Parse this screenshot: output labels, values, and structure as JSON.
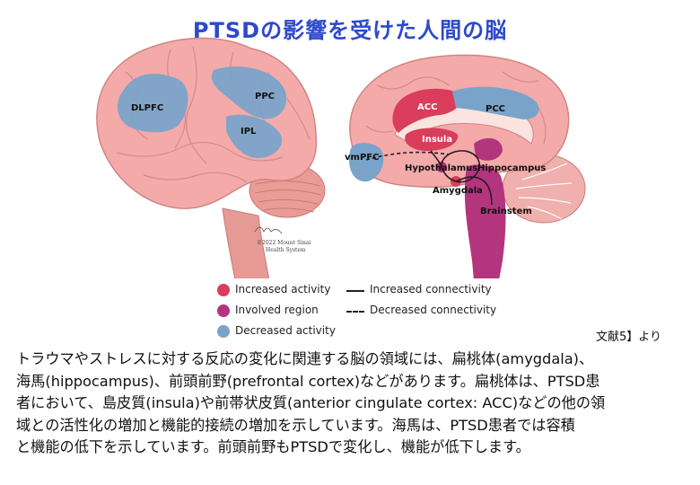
{
  "title": "PTSDの影響を受けた人間の脳",
  "colors": {
    "increased_activity": "#d93d5b",
    "involved_region": "#b2357e",
    "decreased_activity": "#7aa3c9",
    "brain": "#f0a6a6",
    "title": "#2e49c9"
  },
  "labels": {
    "left": {
      "dlpfc": "DLPFC",
      "ppc": "PPC",
      "ipl": "IPL"
    },
    "right": {
      "acc": "ACC",
      "pcc": "PCC",
      "insula": "Insula",
      "vmpfc": "vmPFC",
      "hypothalamus": "Hypothalamus",
      "hippocampus": "Hippocampus",
      "amygdala": "Amygdala",
      "brainstem": "Brainstem"
    }
  },
  "copyright": [
    "©2022 Mount Sinai",
    "Health System"
  ],
  "legend": {
    "increased": "Increased activity",
    "involved": "Involved region",
    "decreased": "Decreased activity",
    "inc_conn": "Increased connectivity",
    "dec_conn": "Decreased connectivity"
  },
  "source": "文献5】より",
  "body_lines": [
    "トラウマやストレスに対する反応の変化に関連する脳の領域には、扁桃体(amygdala)、",
    "海馬(hippocampus)、前頭前野(prefrontal cortex)などがあります。扁桃体は、PTSD患",
    "者において、島皮質(insula)や前帯状皮質(anterior cingulate cortex: ACC)などの他の領",
    "域との活性化の増加と機能的接続の増加を示しています。海馬は、PTSD患者では容積",
    "と機能の低下を示しています。前頭前野もPTSDで変化し、機能が低下します。"
  ]
}
